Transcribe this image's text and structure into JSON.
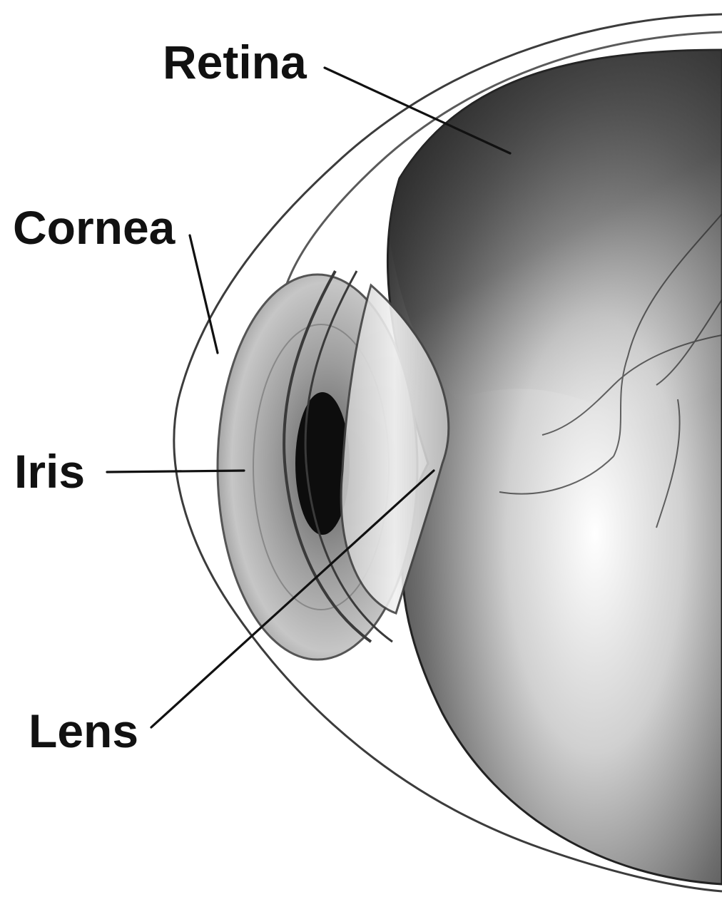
{
  "labels": {
    "retina": "Retina",
    "cornea": "Cornea",
    "iris": "Iris",
    "lens": "Lens"
  },
  "colors": {
    "background": "#ffffff",
    "ink": "#111111",
    "retina_dark": "#3a3a3a",
    "iris_gray": "#a9a9a9",
    "pupil": "#0d0d0d"
  }
}
